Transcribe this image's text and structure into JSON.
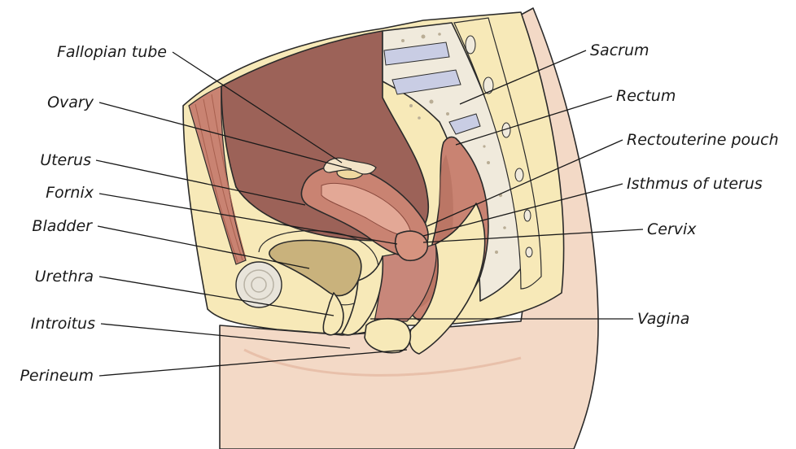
{
  "labels": {
    "fallopian_tube": "Fallopian tube",
    "ovary": "Ovary",
    "uterus": "Uterus",
    "fornix": "Fornix",
    "bladder": "Bladder",
    "urethra": "Urethra",
    "introitus": "Introitus",
    "perineum": "Perineum",
    "sacrum": "Sacrum",
    "rectum": "Rectum",
    "rectouterine_pouch": "Rectouterine pouch",
    "isthmus_of_uterus": "Isthmus of uterus",
    "cervix": "Cervix",
    "vagina": "Vagina"
  },
  "colors": {
    "skin": "#f3d9c6",
    "tissue": "#f7e9b8",
    "cavity": "#9c6258",
    "muscle": "#c98372",
    "muscle_light": "#e3a896",
    "bone": "#f0eadc",
    "disc": "#c9cde4",
    "bladder": "#c9b27c",
    "symphysis": "#e8e4da"
  }
}
